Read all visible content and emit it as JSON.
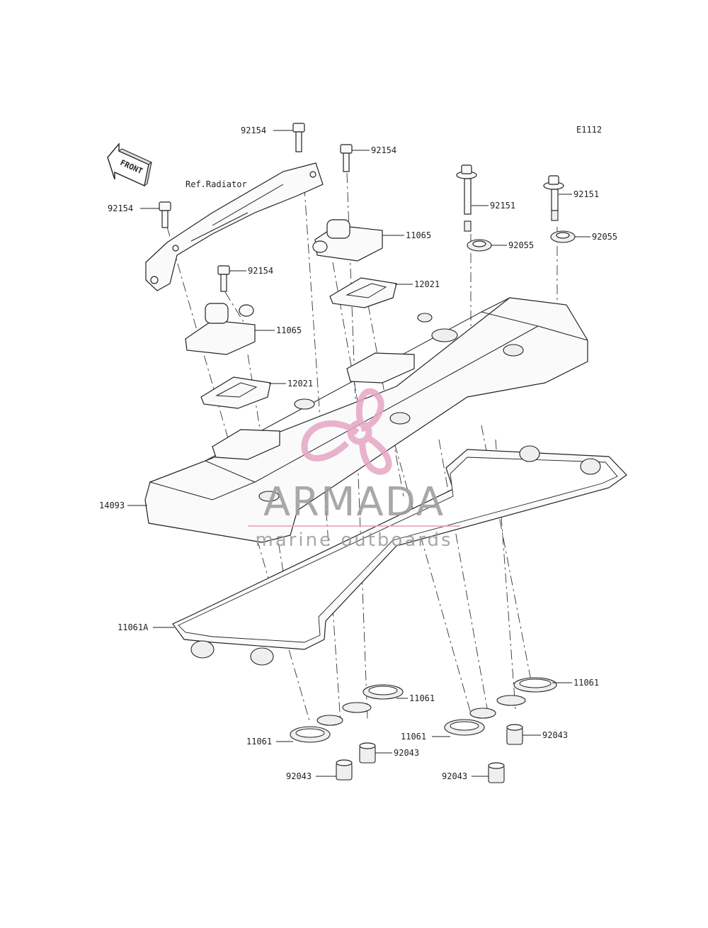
{
  "diagram_code": "E1112",
  "front_label": "FRONT",
  "ref_label": "Ref.Radiator",
  "watermark": {
    "brand": "ARMADA",
    "tagline": "marine outboards",
    "pink": "#e7a6c4",
    "gray": "#9a9a9a"
  },
  "parts": [
    {
      "id": "p1",
      "number": "92154"
    },
    {
      "id": "p2",
      "number": "92154"
    },
    {
      "id": "p3",
      "number": "92154"
    },
    {
      "id": "p4",
      "number": "92154"
    },
    {
      "id": "p5",
      "number": "92151"
    },
    {
      "id": "p6",
      "number": "92151"
    },
    {
      "id": "p7",
      "number": "11065"
    },
    {
      "id": "p8",
      "number": "11065"
    },
    {
      "id": "p9",
      "number": "92055"
    },
    {
      "id": "p10",
      "number": "92055"
    },
    {
      "id": "p11",
      "number": "12021"
    },
    {
      "id": "p12",
      "number": "12021"
    },
    {
      "id": "p13",
      "number": "14093"
    },
    {
      "id": "p14",
      "number": "11061A"
    },
    {
      "id": "p15",
      "number": "11061"
    },
    {
      "id": "p16",
      "number": "11061"
    },
    {
      "id": "p17",
      "number": "11061"
    },
    {
      "id": "p18",
      "number": "11061"
    },
    {
      "id": "p19",
      "number": "92043"
    },
    {
      "id": "p20",
      "number": "92043"
    },
    {
      "id": "p21",
      "number": "92043"
    },
    {
      "id": "p22",
      "number": "92043"
    }
  ]
}
